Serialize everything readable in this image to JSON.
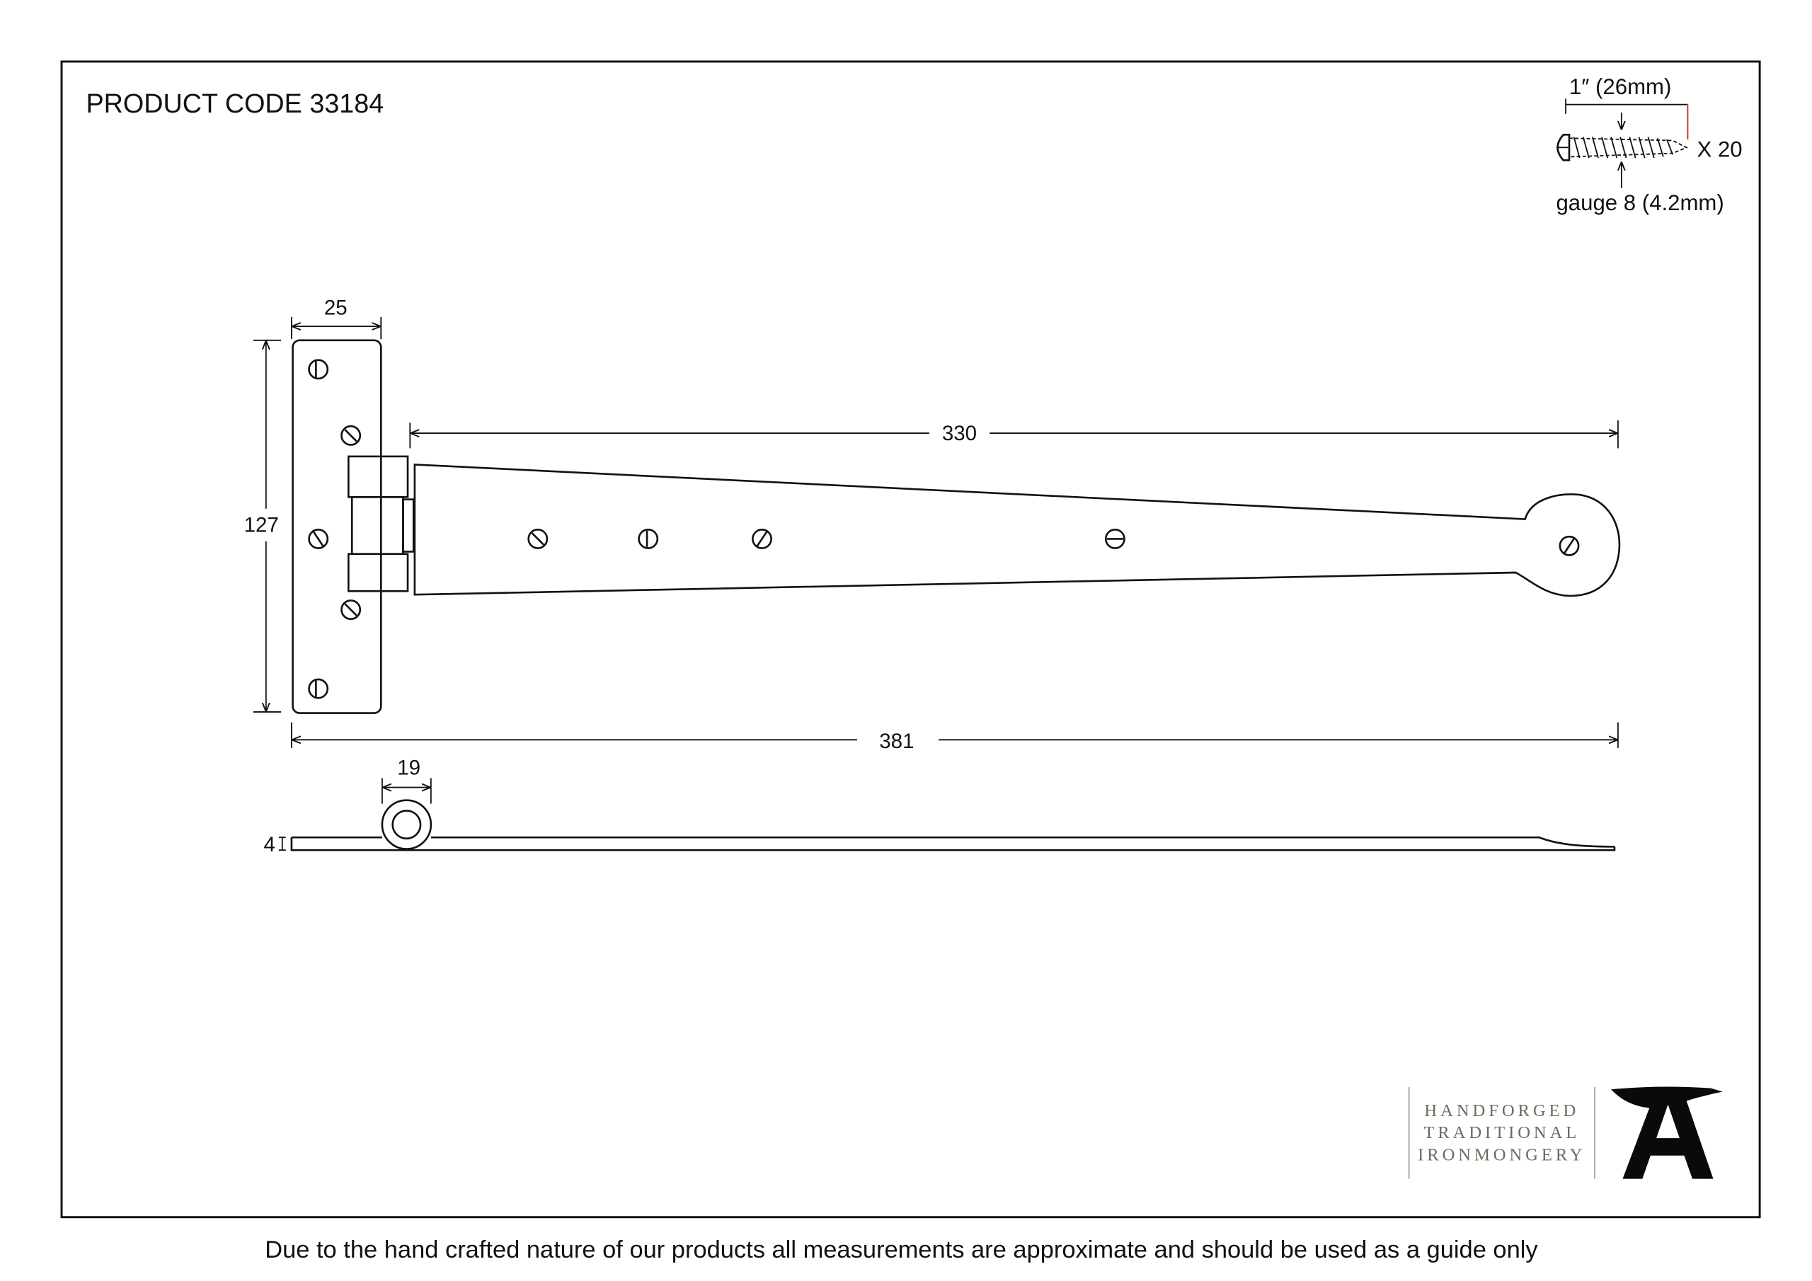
{
  "title": "PRODUCT CODE 33184",
  "footer": "Due to the hand crafted nature of our products all measurements are approximate and should be used as a guide only",
  "screw": {
    "length": "1″ (26mm)",
    "quantity": "X 20",
    "gauge": "gauge 8 (4.2mm)"
  },
  "dimensions": {
    "plate_width": "25",
    "plate_height": "127",
    "strap_length": "330",
    "overall_length": "381",
    "knuckle_diameter": "19",
    "thickness": "4"
  },
  "logo": {
    "lines": [
      "HANDFORGED",
      "TRADITIONAL",
      "IRONMONGERY"
    ],
    "mark": "anvil-A"
  },
  "colors": {
    "line": "#111111",
    "accent": "#c0392b",
    "logo_text": "#6e6a5e"
  }
}
